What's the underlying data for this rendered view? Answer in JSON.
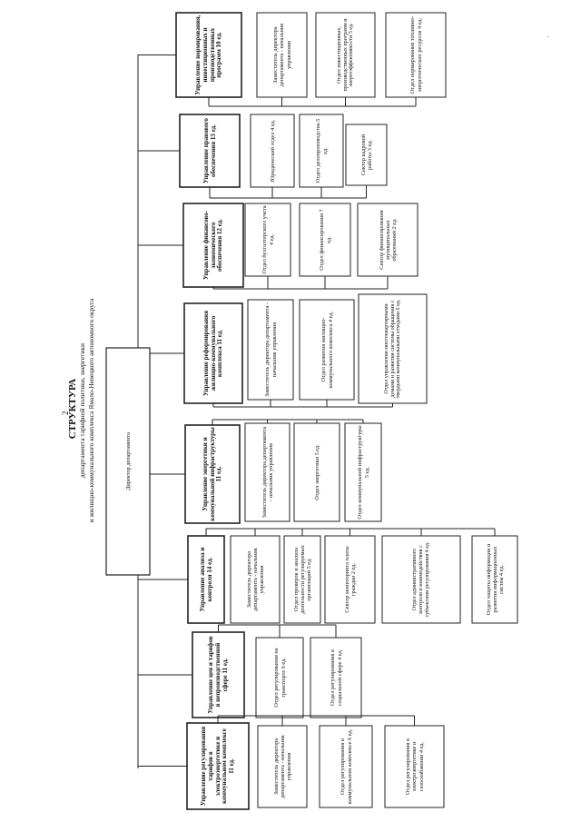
{
  "page_number": "2",
  "title": "СТРУКТУРА",
  "subtitle_line1": "департамента тарифной политики, энергетики",
  "subtitle_line2": "и жилищно-коммунального комплекса Ямало-Ненецкого автономного округа",
  "corner_mark": "·",
  "director": "Директор департамента",
  "departments": [
    {
      "name": "Управление нормирования, инвестиционных и производственных программ 10 ед.",
      "units": [
        "Заместитель директора департамента - начальник управления",
        "Отдел инвестиционных, производственных программ и энергоэффективности 5 ед.",
        "Отдел нормирования топливно-энергетических ресурсов 4 ед."
      ]
    },
    {
      "name": "Управление правового обеспечения 13 ед.",
      "units": [
        "Юридический отдел 4 ед.",
        "Отдел делопроизводства 5 ед.",
        "Сектор кадровой работы 3 ед."
      ]
    },
    {
      "name": "Управление финансово-экономического обеспечения 12 ед.",
      "units": [
        "Отдел бухгалтерского учета 4 ед.",
        "Отдел финансирования 7 ед.",
        "Сектор финансирования муниципальных образований 2 ед."
      ]
    },
    {
      "name": "Управление реформирования жилищно-коммунального комплекса 11 ед.",
      "units": [
        "Заместитель директора департамента - начальник управления",
        "Отдел развития жилищно-коммунального комплекса 4 ед.",
        "Отдел управления многоквартирными домами и развития системы обращения с твердыми коммунальными отходами 6 ед."
      ]
    },
    {
      "name": "Управление энергетики и коммунальной инфраструктуры 11 ед.",
      "units": [
        "Заместитель директора департамента - начальник управления",
        "Отдел энергетики 5 ед.",
        "Отдел коммунальной инфраструктуры 5 ед."
      ]
    },
    {
      "name": "Управление анализа и контроля 14 ед.",
      "units": [
        "Заместитель директора департамента - начальник управления",
        "Отдел проверок и анализа деятельности регулируемых организаций 5 ед.",
        "Сектор мониторинга платы граждан 2 ед.",
        "Отдел административного контроля и взаимодействия с субъектами регулирования 4 ед.",
        "Отдел защиты информации и развития информационных систем 4 ед."
      ]
    },
    {
      "name": "Управление цен и тарифов в непроизводственной сфере 11 ед.",
      "units": [
        "Отдел регулирования на транспорте 6 ед.",
        "Отдел регулирования в социальной сфере 4 ед."
      ]
    },
    {
      "name": "Управление регулирования тарифов в электроэнергетике и коммунальном комплексе 11 ед.",
      "units": [
        "Заместитель директора департамента - начальник управления",
        "Отдел регулирования в коммунальном комплексе 6 ед.",
        "Отдел регулирования в электроэнергетике и газоснабжении 4 ед."
      ]
    }
  ]
}
